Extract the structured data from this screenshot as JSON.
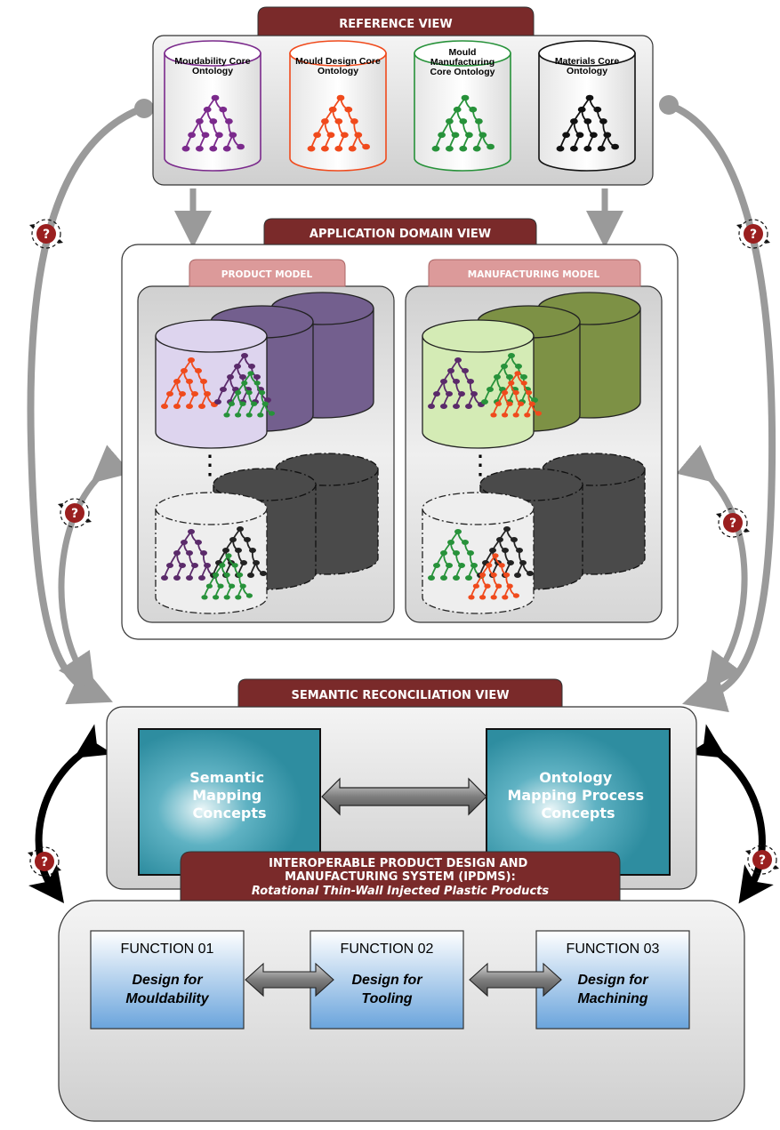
{
  "reference_view": {
    "title": "REFERENCE VIEW",
    "ontologies": [
      {
        "label_lines": [
          "Moudability Core",
          "Ontology"
        ],
        "color": "#7b2a8c"
      },
      {
        "label_lines": [
          "Mould Design Core",
          "Ontology"
        ],
        "color": "#f04a1c"
      },
      {
        "label_lines": [
          "Mould",
          "Manufacturing",
          "Core Ontology"
        ],
        "color": "#27923a"
      },
      {
        "label_lines": [
          "Materials Core",
          "Ontology"
        ],
        "color": "#111111"
      }
    ]
  },
  "application_domain_view": {
    "title": "APPLICATION DOMAIN VIEW",
    "product_model": {
      "title": "PRODUCT MODEL",
      "stack_color": "#735f8e",
      "front_color": "#ddd4ee"
    },
    "manufacturing_model": {
      "title": "MANUFACTURING MODEL",
      "stack_color": "#7d9145",
      "front_color": "#d4ebb5"
    },
    "ellipsis": "⋮"
  },
  "semantic_reconciliation_view": {
    "title": "SEMANTIC RECONCILIATION VIEW",
    "left_box_lines": [
      "Semantic",
      "Mapping",
      "Concepts"
    ],
    "right_box_lines": [
      "Ontology",
      "Mapping Process",
      "Concepts"
    ]
  },
  "ipdms": {
    "title_lines": [
      "INTEROPERABLE PRODUCT DESIGN AND",
      "MANUFACTURING SYSTEM (IPDMS):"
    ],
    "subtitle": "Rotational Thin-Wall Injected Plastic Products",
    "functions": [
      {
        "title": "FUNCTION 01",
        "lines": [
          "Design for",
          "Mouldability"
        ]
      },
      {
        "title": "FUNCTION 02",
        "lines": [
          "Design for",
          "Tooling"
        ]
      },
      {
        "title": "FUNCTION 03",
        "lines": [
          "Design for",
          "Machining"
        ]
      }
    ]
  },
  "question_badge": "?",
  "colors": {
    "tab_fill": "#7a2a2a",
    "subtab_fill": "#dc9a9a",
    "teal": "#2e8da0",
    "arrow_gray": "#9a9a9a",
    "arrow_black": "#000000",
    "question_fill": "#9a1f1f"
  }
}
